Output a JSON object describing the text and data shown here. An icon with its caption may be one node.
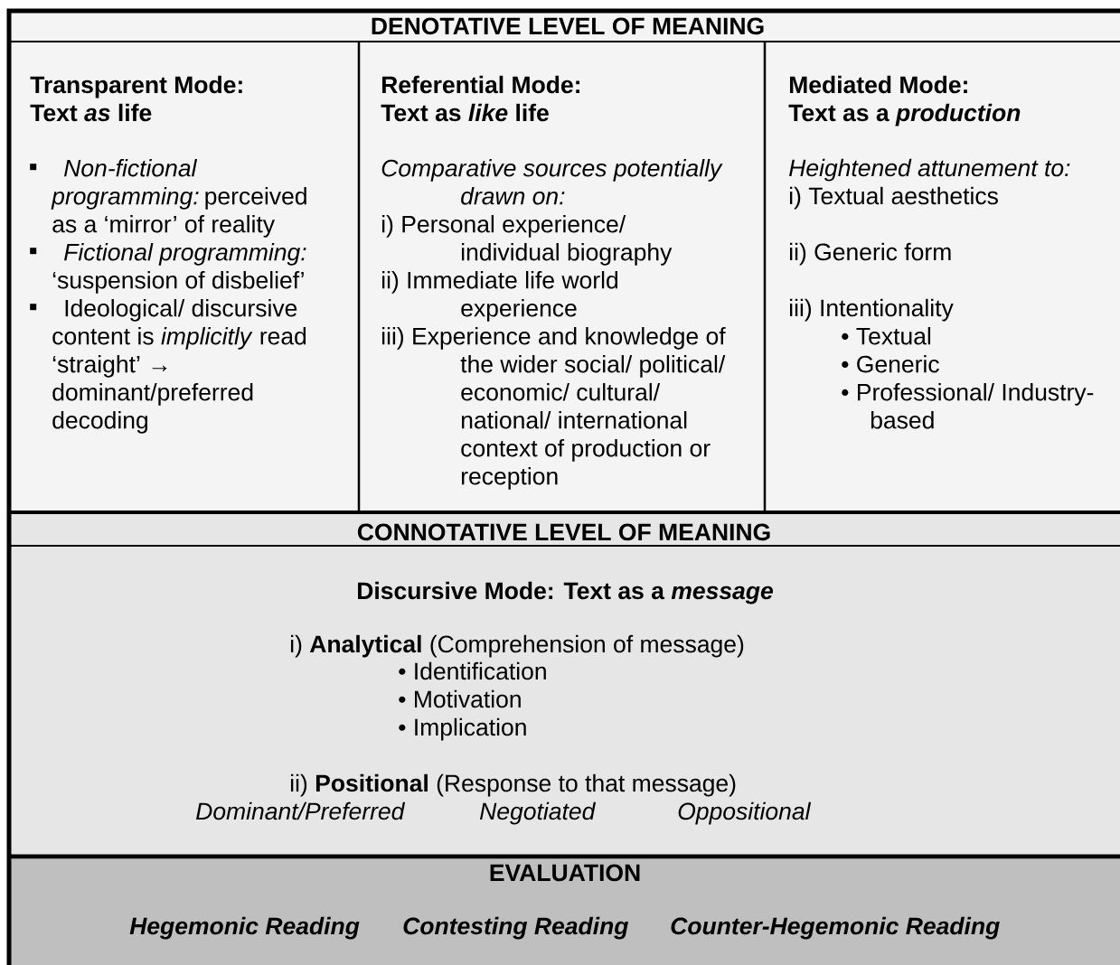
{
  "diagram": {
    "nodes": [
      {
        "text": [
          "DENOTATIVE LEVEL OF MEANING"
        ]
      },
      {
        "text": [
          "Transparent Mode:",
          "Text *as* life",
          "*Non-fictional programming:* perceived as a ‘mirror’ of reality",
          "*Fictional programming:* ‘suspension of disbelief’",
          "Ideological/ discursive content is *implicitly* read ‘straight’ → dominant/preferred decoding"
        ]
      },
      {
        "text": [
          "Referential Mode:",
          "Text as *like* life",
          "Comparative sources potentially drawn on:",
          "i) Personal experience/ individual biography",
          "ii) Immediate life world experience",
          "iii) Experience and knowledge of the wider social/ political/ economic/ cultural/ national/ international context of production or reception"
        ]
      },
      {
        "text": [
          "Mediated Mode:",
          "Text as a *production*",
          "Heightened attunement to:",
          "i) Textual aesthetics",
          "ii) Generic form",
          "iii) Intentionality",
          "• Textual",
          "• Generic",
          "• Professional/ Industry-based"
        ]
      },
      {
        "text": [
          "CONNOTATIVE LEVEL OF MEANING"
        ]
      },
      {
        "text": [
          "Discursive Mode: Text as a *message*",
          "i) **Analytical** (Comprehension of message)",
          "• Identification",
          "• Motivation",
          "• Implication",
          "ii) **Positional** (Response to that message)",
          "Dominant/Preferred",
          "Negotiated",
          "Oppositional"
        ]
      },
      {
        "text": [
          "EVALUATION",
          "Hegemonic Reading",
          "Contesting Reading",
          "Counter-Hegemonic Reading"
        ]
      }
    ]
  }
}
